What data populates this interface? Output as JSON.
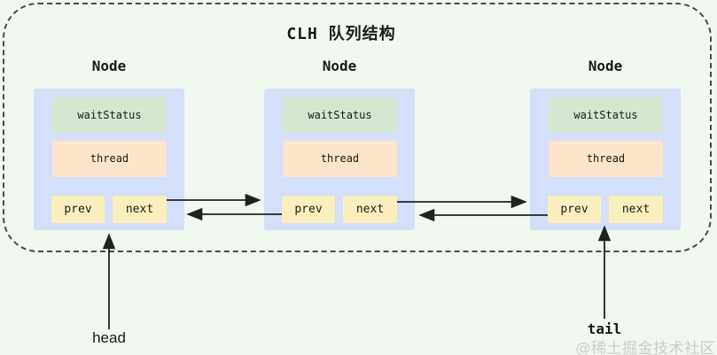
{
  "diagram": {
    "title": "CLH 队列结构",
    "nodes": [
      {
        "title": "Node",
        "fields": {
          "waitStatus": "waitStatus",
          "thread": "thread",
          "prev": "prev",
          "next": "next"
        }
      },
      {
        "title": "Node",
        "fields": {
          "waitStatus": "waitStatus",
          "thread": "thread",
          "prev": "prev",
          "next": "next"
        }
      },
      {
        "title": "Node",
        "fields": {
          "waitStatus": "waitStatus",
          "thread": "thread",
          "prev": "prev",
          "next": "next"
        }
      }
    ],
    "pointers": {
      "head": "head",
      "tail": "tail"
    },
    "watermark": "@稀土掘金技术社区",
    "colors": {
      "background": "#f1f8f0",
      "node_fill": "#d5dffa",
      "wait_status_fill": "#d4e6cf",
      "thread_fill": "#fce5ca",
      "pointer_box_fill": "#fbf0bd",
      "dashed_border": "#4a4a4a",
      "arrow": "#222222",
      "text": "#1a1a1a",
      "watermark_text": "#9b9b9b"
    }
  }
}
